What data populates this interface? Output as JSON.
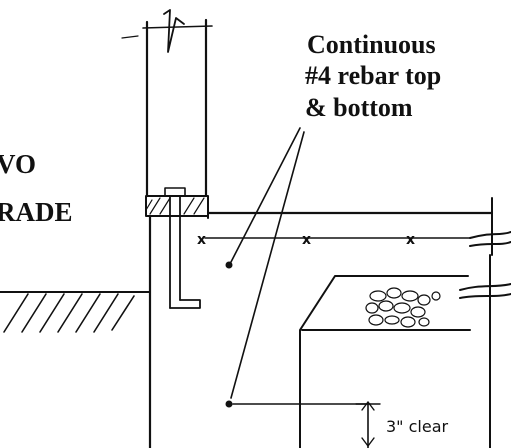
{
  "labels": {
    "rebar_line1": "Continuous",
    "rebar_line2": "#4 rebar top",
    "rebar_line3": "& bottom",
    "left_line1": "VO",
    "left_line2": "RADE",
    "clear": "3\" clear"
  },
  "markers": {
    "x": "x"
  },
  "colors": {
    "ink": "#111111",
    "paper": "#ffffff"
  }
}
